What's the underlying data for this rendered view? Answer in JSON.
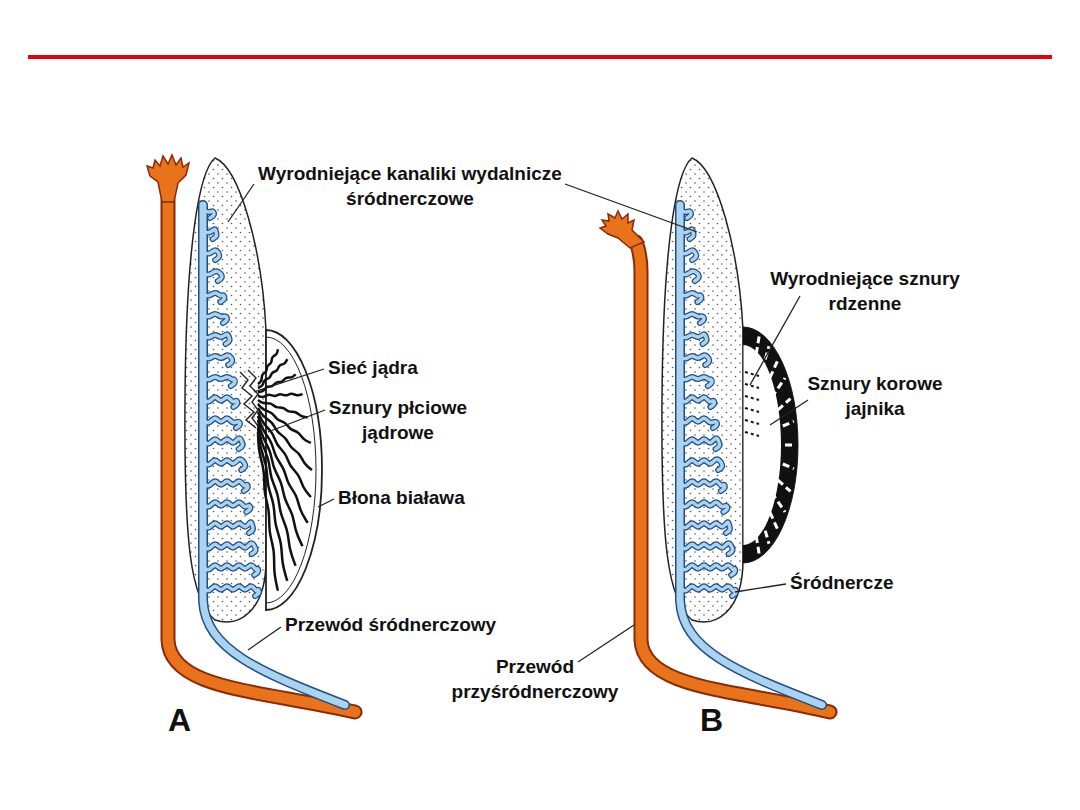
{
  "diagram": {
    "labels": [
      "Wyrodniejące kanaliki wydalnicze śródnerczowe",
      "Sieć jądra",
      "Sznury płciowe jądrowe",
      "Błona biaława",
      "Przewód śródnerczowy",
      "A",
      "Wyrodniejące sznury rdzenne",
      "Sznury korowe jajnika",
      "Śródnercze",
      "Przewód przyśródnerczowy",
      "B"
    ]
  }
}
